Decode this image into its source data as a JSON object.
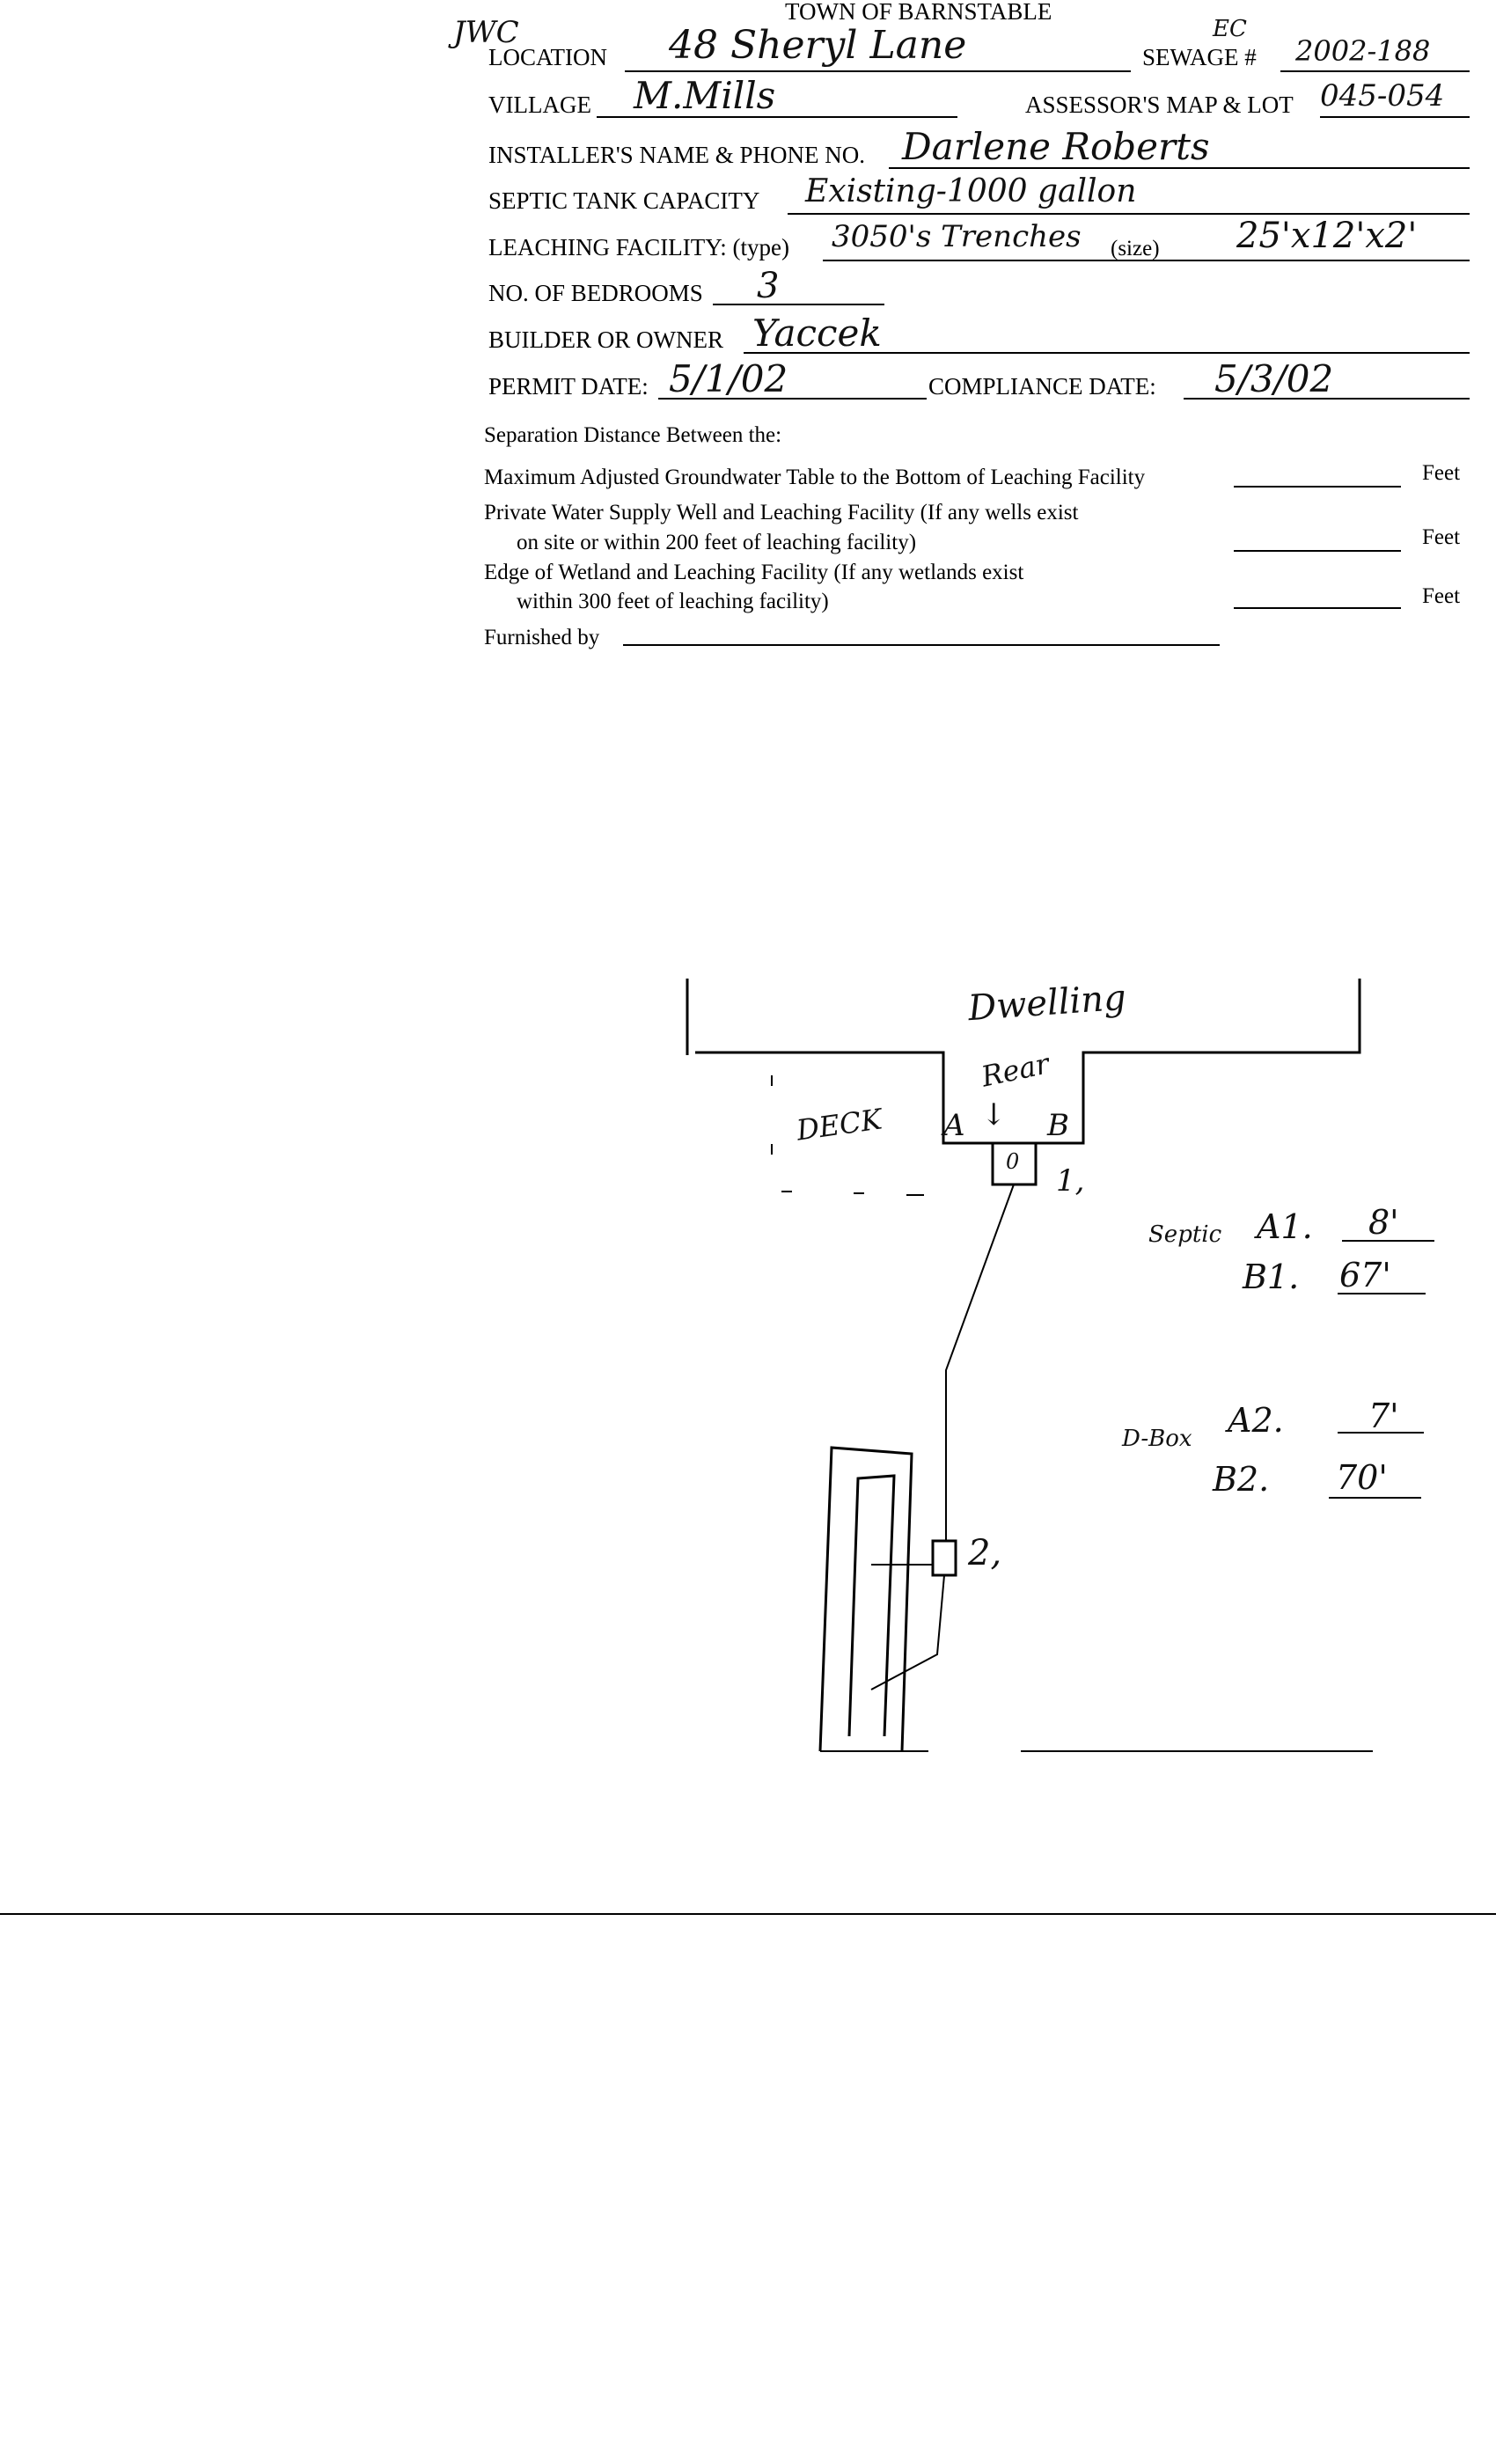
{
  "form": {
    "title": "TOWN OF BARNSTABLE",
    "initials": "JWC",
    "fields": {
      "location_label": "LOCATION",
      "location_value": "48 Sheryl Lane",
      "sewage_label": "SEWAGE #",
      "sewage_prefix": "EC",
      "sewage_value": "2002-188",
      "village_label": "VILLAGE",
      "village_value": "M.Mills",
      "map_lot_label": "ASSESSOR'S MAP & LOT",
      "map_lot_value": "045-054",
      "installer_label": "INSTALLER'S NAME & PHONE NO.",
      "installer_value": "Darlene Roberts",
      "septic_label": "SEPTIC TANK CAPACITY",
      "septic_value": "Existing-1000 gallon",
      "leaching_label": "LEACHING FACILITY: (type)",
      "leaching_type_value": "3050's Trenches",
      "size_label": "(size)",
      "size_value": "25'x12'x2'",
      "bedrooms_label": "NO. OF BEDROOMS",
      "bedrooms_value": "3",
      "builder_label": "BUILDER OR OWNER",
      "builder_value": "Yaccek",
      "permit_label": "PERMIT DATE:",
      "permit_value": "5/1/02",
      "compliance_label": "COMPLIANCE  DATE:",
      "compliance_value": "5/3/02"
    },
    "separation": {
      "heading": "Separation Distance Between the:",
      "rows": [
        {
          "line1": "Maximum Adjusted Groundwater Table to the Bottom of Leaching Facility",
          "line2": "",
          "unit": "Feet"
        },
        {
          "line1": "Private Water Supply Well and Leaching Facility  (If any wells exist",
          "line2": "on site or within 200 feet of leaching facility)",
          "unit": "Feet"
        },
        {
          "line1": "Edge of Wetland and Leaching Facility (If any wetlands exist",
          "line2": "within 300 feet of leaching facility)",
          "unit": "Feet"
        }
      ],
      "furnished_label": "Furnished by"
    }
  },
  "sketch": {
    "dwelling": "Dwelling",
    "rear": "Rear",
    "deck": "DECK",
    "point_a": "A",
    "point_b": "B",
    "tank_mark": "0",
    "tank_label": "1,",
    "dbox_label": "2,",
    "septic_label": "Septic",
    "a1_label": "A1.",
    "a1_value": "8'",
    "b1_label": "B1.",
    "b1_value": "67'",
    "dbox_name": "D-Box",
    "a2_label": "A2.",
    "a2_value": "7'",
    "b2_label": "B2.",
    "b2_value": "70'"
  }
}
